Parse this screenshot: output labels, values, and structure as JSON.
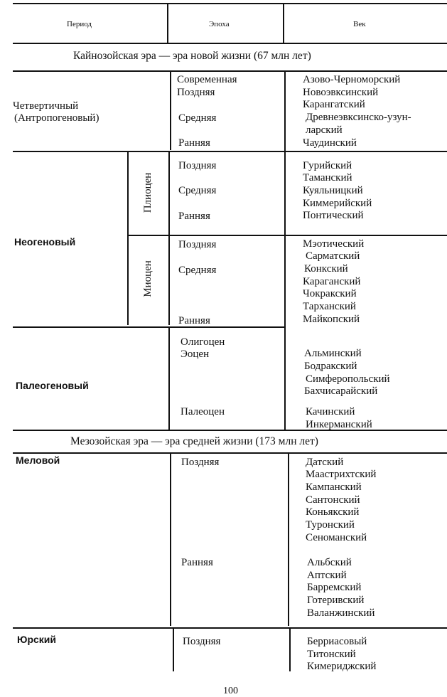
{
  "header": {
    "period": "Период",
    "epoch": "Эпоха",
    "stage": "Век"
  },
  "eras": {
    "cenozoic": "Кайнозойская эра — эра новой жизни (67 млн лет)",
    "mesozoic": "Мезозойская эра — эра средней жизни (173 млн лет)"
  },
  "quaternary": {
    "period_line1": "Четвертичный",
    "period_line2": "(Антропогеновый)",
    "epochs": [
      "Современная",
      "Поздняя",
      "Средняя",
      "Ранняя"
    ],
    "stages": [
      "Азово-Черноморский",
      "Новоэвксинский",
      "Карангатский",
      "Древнеэвксинско-узун-",
      "ларский",
      "Чаудинский"
    ]
  },
  "neogene": {
    "period": "Неогеновый",
    "pliocene": {
      "label": "Плиоцен",
      "epochs": [
        "Поздняя",
        "Средняя",
        "Ранняя"
      ],
      "stages": [
        "Гурийский",
        "Таманский",
        "Куяльницкий",
        "Киммерийский",
        "Понтический"
      ]
    },
    "miocene": {
      "label": "Миоцен",
      "epochs": [
        "Поздняя",
        "Средняя",
        "Ранняя"
      ],
      "stages": [
        "Мэотический",
        "Сарматский",
        "Конкский",
        "Караганский",
        "Чокракский",
        "Тарханский",
        "Майкопский"
      ]
    }
  },
  "paleogene": {
    "period": "Палеогеновый",
    "epochs": [
      "Олигоцен",
      "Эоцен",
      "Палеоцен"
    ],
    "stages": [
      "Альминский",
      "Бодракский",
      "Симферопольский",
      "Бахчисарайский",
      "Качинский",
      "Инкерманский"
    ]
  },
  "cretaceous": {
    "period": "Меловой",
    "epochs": [
      "Поздняя",
      "Ранняя"
    ],
    "stages_late": [
      "Датский",
      "Маастрихтский",
      "Кампанский",
      "Сантонский",
      "Коньякский",
      "Туронский",
      "Сеноманский"
    ],
    "stages_early": [
      "Альбский",
      "Аптский",
      "Барремский",
      "Готеривский",
      "Валанжинский"
    ]
  },
  "jurassic": {
    "period": "Юрский",
    "epochs": [
      "Поздняя"
    ],
    "stages": [
      "Берриасовый",
      "Титонский",
      "Кимериджский"
    ]
  },
  "page_number": "100"
}
